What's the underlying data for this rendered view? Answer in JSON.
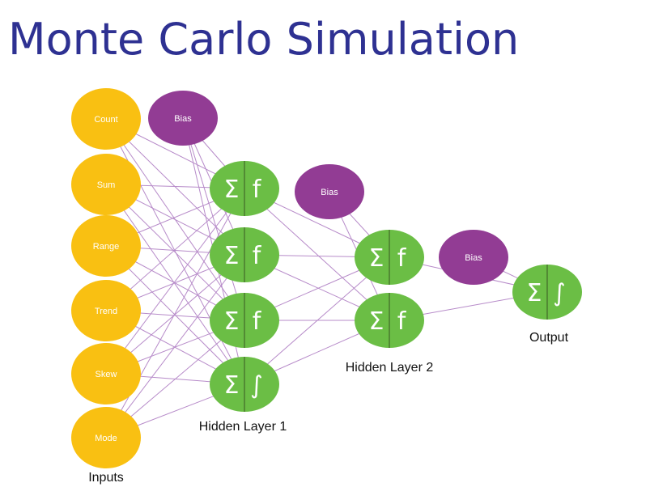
{
  "title": "Monte Carlo Simulation",
  "colors": {
    "title": "#2E3192",
    "input_node": "#F9C012",
    "bias_node": "#923C94",
    "neuron_node": "#6BBE45",
    "neuron_divider": "#4A7A2E",
    "connection": "#B78BC9"
  },
  "input_labels": [
    "Count",
    "Sum",
    "Range",
    "Trend",
    "Skew",
    "Mode"
  ],
  "bias_label": "Bias",
  "neuron_symbols": {
    "sum": "Σ",
    "activation": "f",
    "integral": "∫"
  },
  "layer_labels": {
    "inputs": "Inputs",
    "hidden1": "Hidden Layer 1",
    "hidden2": "Hidden Layer 2",
    "output": "Output"
  }
}
